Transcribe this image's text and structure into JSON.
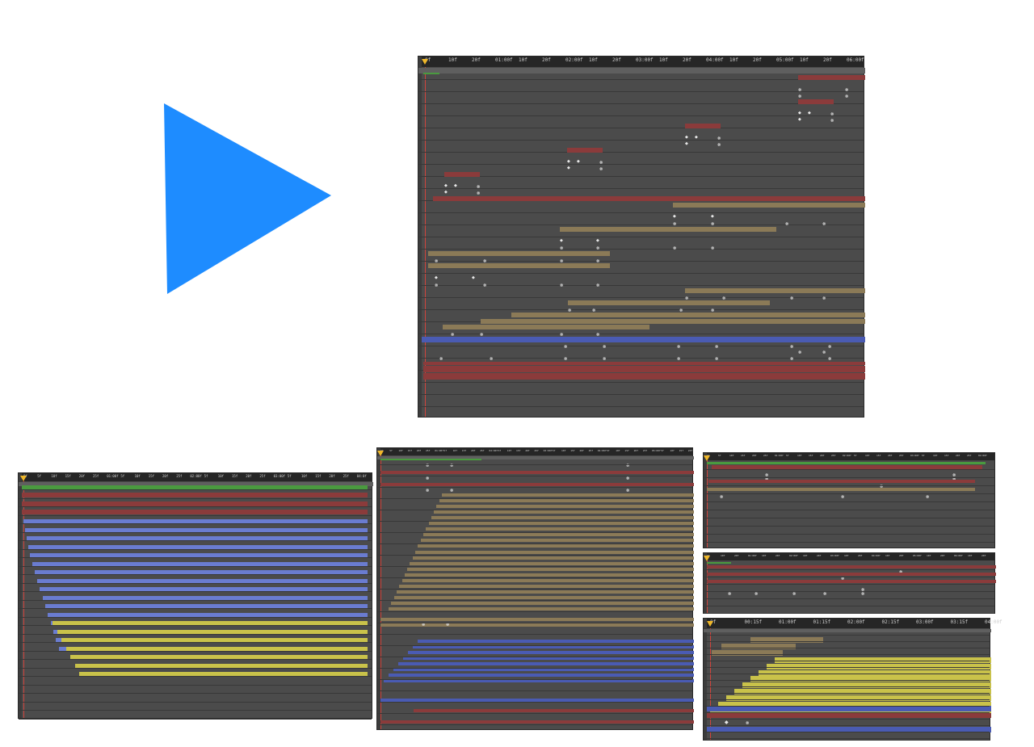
{
  "colors": {
    "panel_bg": "#4b4b4b",
    "ruler_bg": "#262626",
    "red": "#8b3b3b",
    "tan": "#8b7a57",
    "blue": "#4a5bb3",
    "lightblue": "#6a7cd0",
    "yellow": "#c9c24a",
    "green": "#4a9a3f",
    "play_icon": "#1e8cff"
  },
  "panels": {
    "main": {
      "ticks": [
        "0f",
        "10f",
        "20f",
        "01:00f",
        "10f",
        "20f",
        "02:00f",
        "10f",
        "20f",
        "03:00f",
        "10f",
        "20f",
        "04:00f",
        "10f",
        "20f",
        "05:00f",
        "10f",
        "20f",
        "06:00f"
      ]
    },
    "p1": {
      "ticks": [
        "0f",
        "5f",
        "10f",
        "15f",
        "20f",
        "25f",
        "01:00f",
        "5f",
        "10f",
        "15f",
        "20f",
        "25f",
        "02:00f",
        "5f",
        "10f",
        "15f",
        "20f",
        "25f",
        "03:00f",
        "5f",
        "10f",
        "15f",
        "20f",
        "25f",
        "04:0f"
      ]
    },
    "p2": {
      "ticks": [
        "0f",
        "5f",
        "10f",
        "15f",
        "20f",
        "25f",
        "01:00f",
        "5f",
        "10f",
        "15f",
        "20f",
        "25f",
        "02:00f",
        "5f",
        "10f",
        "15f",
        "20f",
        "25f",
        "03:00f",
        "5f",
        "10f",
        "15f",
        "20f",
        "25f",
        "04:00f",
        "5f",
        "10f",
        "15f",
        "20f",
        "25f",
        "05:00f",
        "5f",
        "10f",
        "15f",
        "20f"
      ]
    },
    "p3": {
      "ticks": [
        "0f",
        "5f",
        "10f",
        "15f",
        "20f",
        "25f",
        "01:00f",
        "5f",
        "10f",
        "15f",
        "20f",
        "25f",
        "02:00f",
        "5f",
        "10f",
        "15f",
        "20f",
        "25f",
        "03:00f",
        "5f",
        "10f",
        "15f",
        "20f",
        "25f",
        "04:00f"
      ]
    },
    "p4": {
      "ticks": [
        "0f",
        "10f",
        "20f",
        "01:00f",
        "10f",
        "20f",
        "02:00f",
        "10f",
        "20f",
        "03:00f",
        "10f",
        "20f",
        "04:00f",
        "10f",
        "20f",
        "05:00f",
        "10f",
        "20f",
        "06:00f",
        "10f",
        "20f"
      ]
    },
    "p5": {
      "ticks": [
        "0f",
        "00:15f",
        "01:00f",
        "01:15f",
        "02:00f",
        "02:15f",
        "03:00f",
        "03:15f",
        "04:00f"
      ]
    }
  }
}
